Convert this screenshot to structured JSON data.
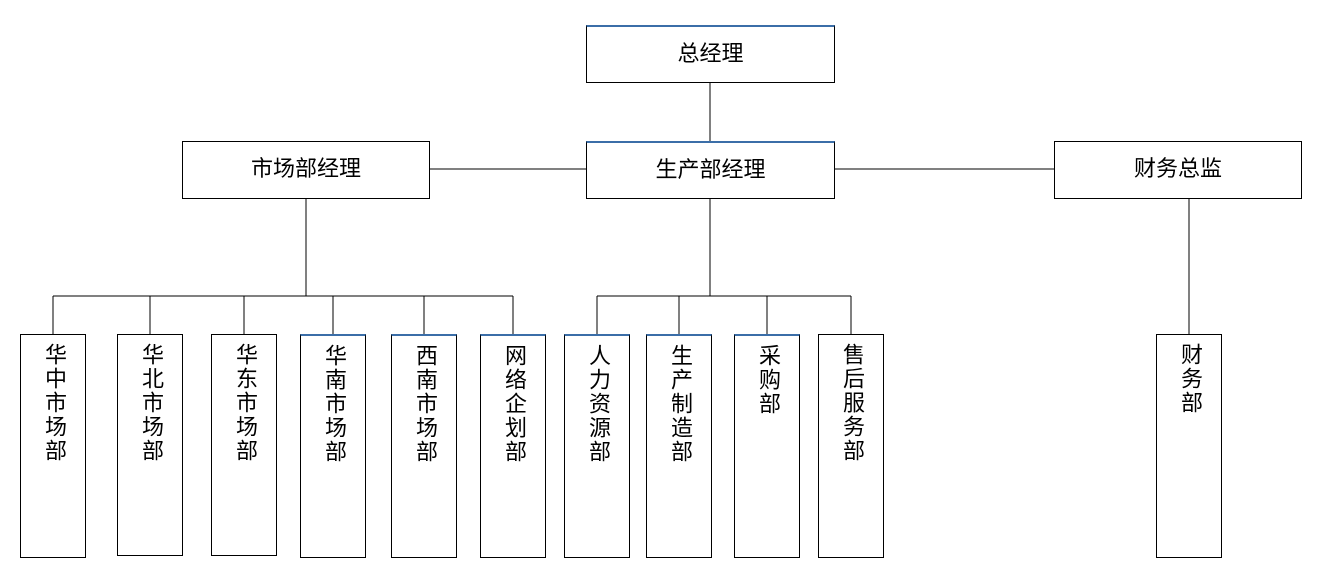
{
  "org": {
    "ceo": "总经理",
    "managers": {
      "marketing": "市场部经理",
      "production": "生产部经理",
      "finance": "财务总监"
    },
    "departments": {
      "marketing": [
        "华中市场部",
        "华北市场部",
        "华东市场部",
        "华南市场部",
        "西南市场部",
        "网络企划部"
      ],
      "production": [
        "人力资源部",
        "生产制造部",
        "采购部",
        "售后服务部"
      ],
      "finance": [
        "财务部"
      ]
    }
  }
}
